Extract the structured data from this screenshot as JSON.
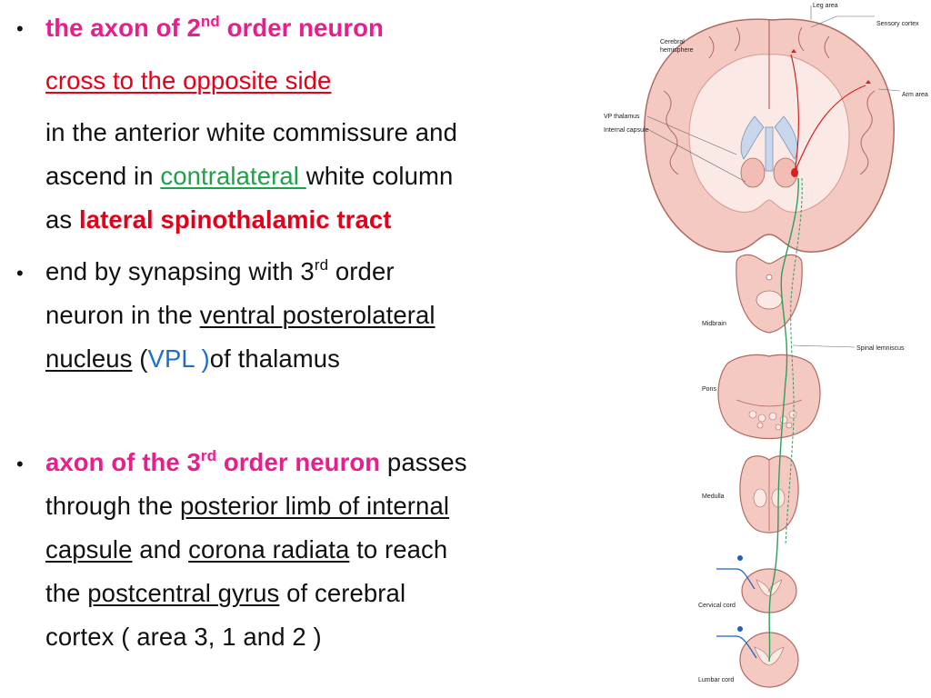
{
  "bullets": {
    "b1": {
      "title_a": "the axon of 2",
      "title_sup": "nd",
      "title_b": " order neuron",
      "cross": "cross to the opposite side",
      "l3": "in the anterior white commissure and",
      "l4_a": "ascend in ",
      "l4_contralateral": "contralateral ",
      "l4_b": "white column",
      "l5_a": "as ",
      "l5_tract": "lateral spinothalamic tract"
    },
    "b2": {
      "l1_a": "end by synapsing with 3",
      "l1_sup": "rd",
      "l1_b": " order",
      "l2_a": "neuron in the ",
      "l2_vpl": "ventral posterolateral",
      "l3_nucleus": "nucleus",
      "l3_open": "  (",
      "l3_vpl": "VPL )",
      "l3_b": "of thalamus"
    },
    "b3": {
      "l1_a": "axon of the 3",
      "l1_sup": "rd",
      "l1_b": "  order neuron",
      "l1_c": " passes",
      "l2_a": "through the ",
      "l2_pl": "posterior limb of internal",
      "l3_capsule": "capsule",
      "l3_and": " and  ",
      "l3_corona": "corona radiata",
      "l3_b": " to reach",
      "l4_a": "the ",
      "l4_gyrus": "postcentral gyrus",
      "l4_b": " of cerebral",
      "l5": "cortex    ( area 3, 1 and 2  )"
    }
  },
  "figure": {
    "labels": {
      "leg_area": "Leg area",
      "sensory_cortex": "Sensory cortex",
      "cerebral_hemisphere_1": "Cerebral",
      "cerebral_hemisphere_2": "hemisphere",
      "arm_area": "Arm area",
      "vp_thalamus": "VP thalamus",
      "internal_capsule": "Internal capsule",
      "midbrain": "Midbrain",
      "spinal_lemniscus": "Spinal lemniscus",
      "pons": "Pons",
      "medulla": "Medulla",
      "cervical_cord": "Cervical cord",
      "lumbar_cord": "Lumbar cord"
    },
    "colors": {
      "tissue": "#f4c9c2",
      "tissue_outline": "#b06a62",
      "ventricle": "#c9d7ec",
      "pathway_green": "#2e9e5b",
      "pathway_red": "#d62020",
      "nerve_blue": "#1f5fbf"
    }
  },
  "colors": {
    "pink": "#e91e8c",
    "red": "#e3001b",
    "green": "#1fa14a",
    "blue": "#1b6fc9"
  }
}
